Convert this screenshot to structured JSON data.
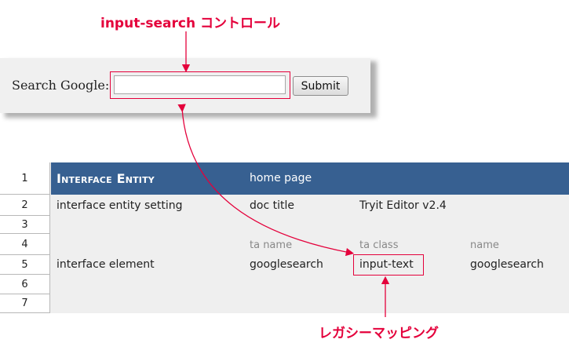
{
  "annotations": {
    "top_label": "input-search コントロール",
    "bottom_label": "レガシーマッピング"
  },
  "search_form": {
    "label": "Search Google:",
    "input_value": "",
    "submit_label": "Submit"
  },
  "sheet": {
    "row_numbers": [
      "1",
      "2",
      "3",
      "4",
      "5",
      "6",
      "7"
    ],
    "header": {
      "entity_title": "Interface Entity",
      "entity_value": "home page"
    },
    "setting_row": {
      "label": "interface entity setting",
      "key": "doc title",
      "value": "Tryit Editor v2.4"
    },
    "column_heads": {
      "ta_name": "ta name",
      "ta_class": "ta class",
      "name": "name"
    },
    "element_row": {
      "label": "interface element",
      "ta_name": "googlesearch",
      "ta_class": "input-text",
      "name": "googlesearch"
    }
  },
  "colors": {
    "accent": "#e4003b",
    "header_bg": "#376091"
  }
}
